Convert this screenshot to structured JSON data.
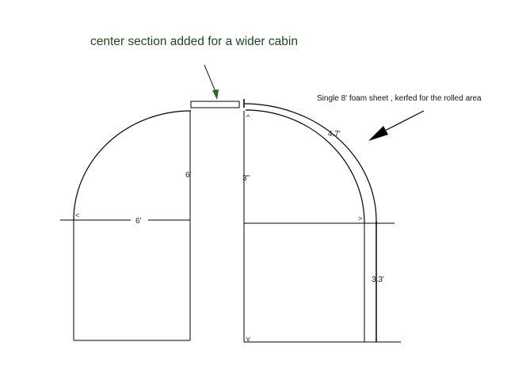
{
  "title": "center section added for a wider cabin",
  "note": "Single 8'  foam sheet , kerfed for the rolled area",
  "left_section": {
    "height_label": "6'",
    "width_label": "6'",
    "arrow_left": "<"
  },
  "right_section": {
    "height_label": "3\"",
    "arc_label": "4.7'",
    "wall_label": "3.3'",
    "arrow_up": "^",
    "arrow_right": ">",
    "arrow_down": "v"
  },
  "colors": {
    "line": "#000000",
    "title": "#1c4a1c",
    "pointer": "#1f6b1f"
  }
}
